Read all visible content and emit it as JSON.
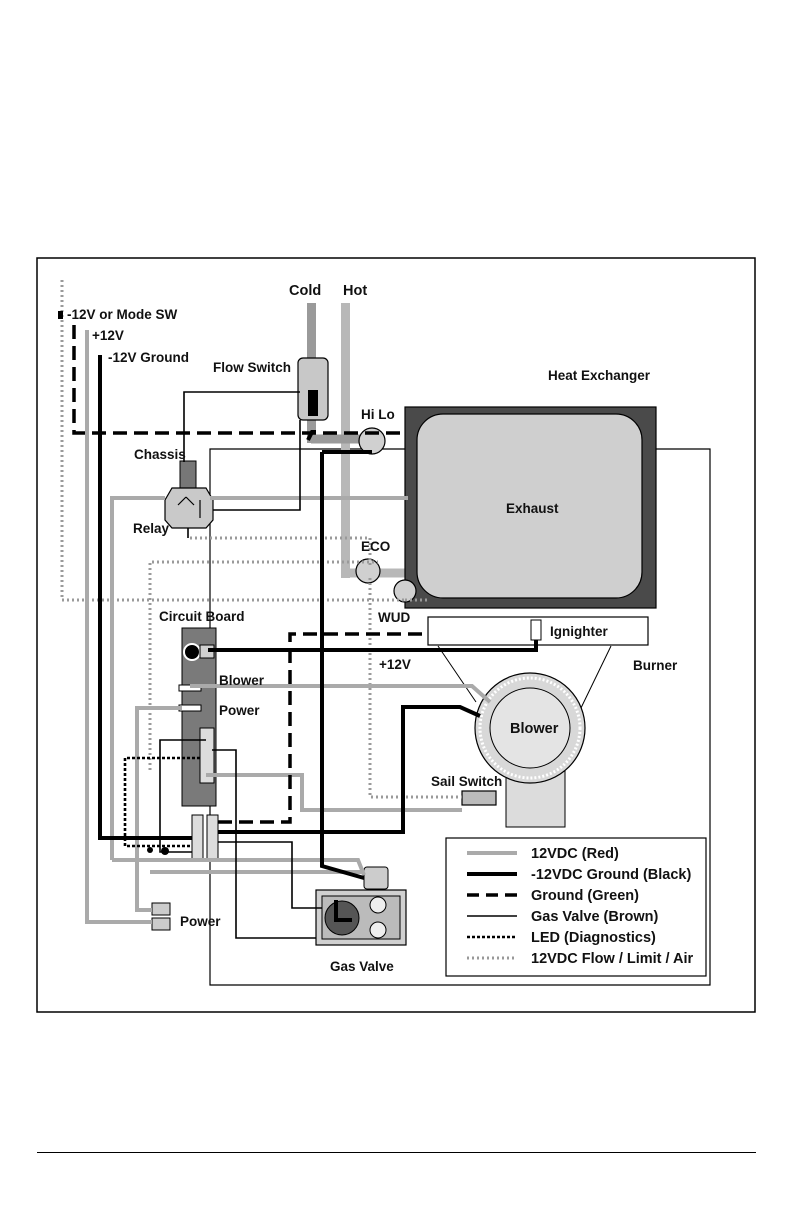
{
  "labels": {
    "mode_sw": "-12V or Mode SW",
    "plus12v_top": "+12V",
    "ground_12v": "-12V Ground",
    "cold": "Cold",
    "hot": "Hot",
    "flow_switch": "Flow Switch",
    "heat_exchanger": "Heat Exchanger",
    "hi_lo": "Hi Lo",
    "chassis": "Chassis",
    "relay": "Relay",
    "exhaust": "Exhaust",
    "eco": "ECO",
    "wud": "WUD",
    "circuit_board": "Circuit Board",
    "ignighter": "Ignighter",
    "plus12v_mid": "+12V",
    "burner": "Burner",
    "blower_label": "Blower",
    "blower_fan": "Blower",
    "power_board": "Power",
    "sail_switch": "Sail Switch",
    "power_bottom": "Power",
    "gas_valve": "Gas Valve"
  },
  "legend": [
    {
      "label": "12VDC (Red)",
      "style": "solid-gray",
      "color": "#aaaaaa"
    },
    {
      "label": "-12VDC Ground (Black)",
      "style": "solid-black-thick",
      "color": "#000000"
    },
    {
      "label": "Ground (Green)",
      "style": "dashed-black",
      "color": "#000000"
    },
    {
      "label": "Gas Valve (Brown)",
      "style": "solid-black-thin",
      "color": "#000000"
    },
    {
      "label": "LED (Diagnostics)",
      "style": "dotted-black",
      "color": "#000000"
    },
    {
      "label": "12VDC Flow / Limit / Air",
      "style": "dotted-gray",
      "color": "#999999"
    }
  ]
}
